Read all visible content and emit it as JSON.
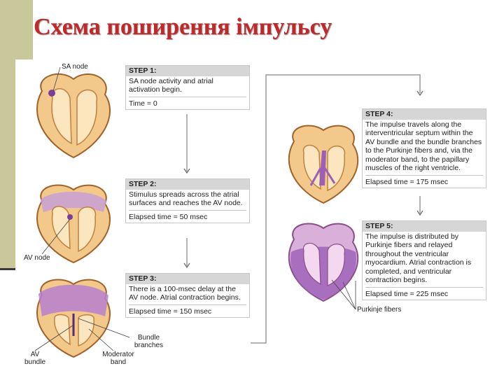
{
  "title": "Схема поширення імпульсу",
  "steps": [
    {
      "heading": "STEP 1:",
      "text": "SA node activity and atrial activation begin.",
      "time": "Time = 0"
    },
    {
      "heading": "STEP 2:",
      "text": "Stimulus spreads across the atrial surfaces and reaches the AV node.",
      "time": "Elapsed time = 50 msec"
    },
    {
      "heading": "STEP 3:",
      "text": "There is a 100-msec delay at the AV node. Atrial contraction begins.",
      "time": "Elapsed time = 150 msec"
    },
    {
      "heading": "STEP 4:",
      "text": "The impulse travels along the interventricular septum within the AV bundle and the bundle branches to the Purkinje fibers and, via the moderator band, to the papillary muscles of the right ventricle.",
      "time": "Elapsed time = 175 msec"
    },
    {
      "heading": "STEP 5:",
      "text": "The impulse is distributed by Purkinje fibers and relayed throughout the ventricular myocardium. Atrial contraction is completed, and ventricular contraction begins.",
      "time": "Elapsed time = 225 msec"
    }
  ],
  "labels": {
    "sa_node": "SA node",
    "av_node": "AV node",
    "bundle_branches": "Bundle branches",
    "av_bundle": "AV bundle",
    "moderator_band": "Moderator band",
    "purkinje_fibers": "Purkinje fibers"
  },
  "colors": {
    "title": "#c0282a",
    "sidebar": "#c9c89a",
    "step_header": "#d6d6d6",
    "heart_wall": "#f2c98a",
    "impulse": "#9b5fb8"
  }
}
